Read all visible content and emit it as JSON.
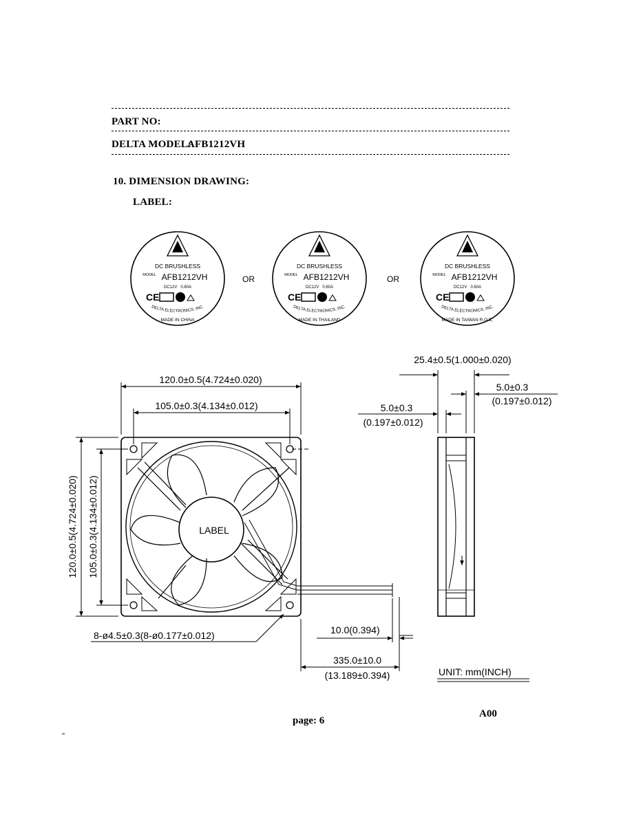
{
  "header": {
    "part_no_label": "PART NO:",
    "model_label": "DELTA MODEL:",
    "model_value": "AFB1212VH"
  },
  "section": {
    "title": "10. DIMENSION DRAWING:",
    "label_caption": "LABEL:"
  },
  "labels": [
    {
      "logo": "DELTA",
      "line1": "DC BRUSHLESS",
      "model_prefix": "MODEL",
      "model": "AFB1212VH",
      "rating": "DC12V   0.60A",
      "maker": "DELTA ELECTRONICS, INC.",
      "origin": "MADE IN CHINA"
    },
    {
      "logo": "DELTA",
      "line1": "DC BRUSHLESS",
      "model_prefix": "MODEL",
      "model": "AFB1212VH",
      "rating": "DC12V   0.60A",
      "maker": "DELTA ELECTRONICS, INC.",
      "origin": "MADE IN THAILAND"
    },
    {
      "logo": "DELTA",
      "line1": "DC BRUSHLESS",
      "model_prefix": "MODEL",
      "model": "AFB1212VH",
      "rating": "DC12V   0.60A",
      "maker": "DELTA ELECTRONICS, INC.",
      "origin": "MADE IN TAIWAN R.O.C."
    }
  ],
  "or_text": "OR",
  "dimensions": {
    "overall_width": "120.0±0.5(4.724±0.020)",
    "hole_spacing_width": "105.0±0.3(4.134±0.012)",
    "overall_height": "120.0±0.5(4.724±0.020)",
    "hole_spacing_height": "105.0±0.3(4.134±0.012)",
    "holes": "8-ø4.5±0.3(8-ø0.177±0.012)",
    "center_label": "LABEL",
    "depth": "25.4±0.5(1.000±0.020)",
    "flange_right_mm": "5.0±0.3",
    "flange_right_in": "(0.197±0.012)",
    "flange_left_mm": "5.0±0.3",
    "flange_left_in": "(0.197±0.012)",
    "strip_length": "10.0(0.394)",
    "lead_length_mm": "335.0±10.0",
    "lead_length_in": "(13.189±0.394)",
    "unit": "UNIT: mm(INCH)"
  },
  "footer": {
    "page": "page: 6",
    "revision": "A00"
  }
}
